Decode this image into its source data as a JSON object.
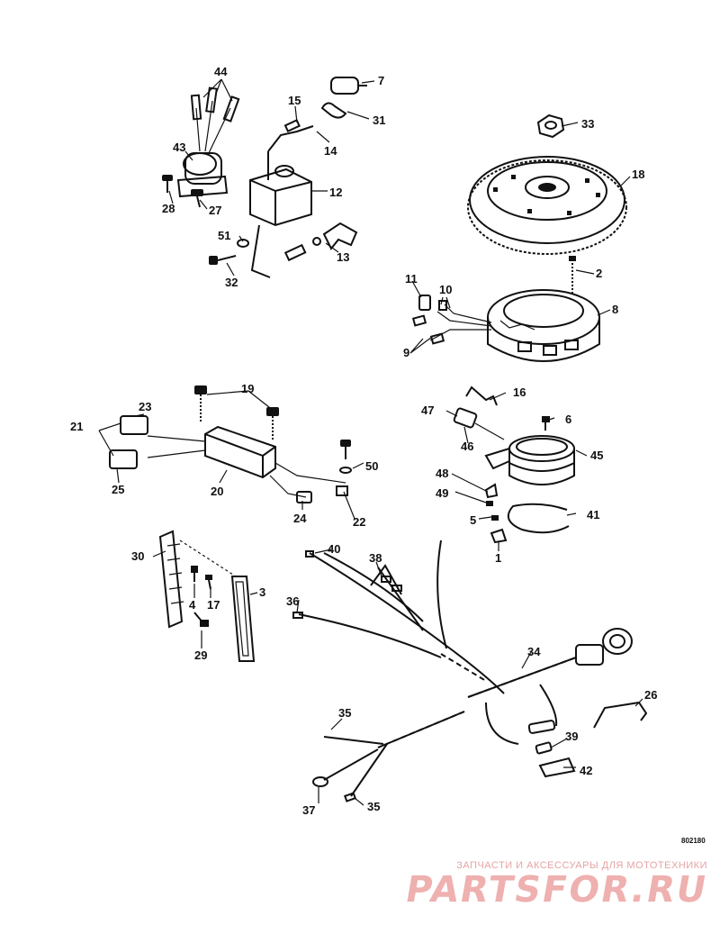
{
  "diagram": {
    "ref_code": "802180",
    "callouts": {
      "c1": "1",
      "c2": "2",
      "c3": "3",
      "c4": "4",
      "c5": "5",
      "c6": "6",
      "c7": "7",
      "c8": "8",
      "c9": "9",
      "c10": "10",
      "c11": "11",
      "c12": "12",
      "c13": "13",
      "c14": "14",
      "c15": "15",
      "c16": "16",
      "c17": "17",
      "c18": "18",
      "c19": "19",
      "c20": "20",
      "c21": "21",
      "c22": "22",
      "c23": "23",
      "c24": "24",
      "c25": "25",
      "c26": "26",
      "c27": "27",
      "c28": "28",
      "c29": "29",
      "c30": "30",
      "c31": "31",
      "c32": "32",
      "c33": "33",
      "c34": "34",
      "c35a": "35",
      "c35b": "35",
      "c36": "36",
      "c37": "37",
      "c38": "38",
      "c39": "39",
      "c40": "40",
      "c41": "41",
      "c42": "42",
      "c43": "43",
      "c44": "44",
      "c45": "45",
      "c46": "46",
      "c47": "47",
      "c48": "48",
      "c49": "49",
      "c50": "50",
      "c51": "51"
    }
  },
  "watermark": {
    "caption": "ЗАПЧАСТИ И АКСЕССУАРЫ ДЛЯ МОТОТЕХНИКИ",
    "brand": "PARTSFOR.RU"
  }
}
